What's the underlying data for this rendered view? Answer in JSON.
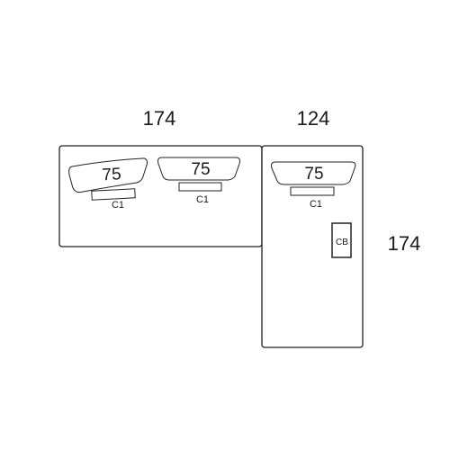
{
  "dimensions": {
    "left_width": "174",
    "right_width": "124",
    "right_depth": "174"
  },
  "modules": [
    {
      "seat_label": "75",
      "cushion_label": "C1"
    },
    {
      "seat_label": "75",
      "cushion_label": "C1"
    },
    {
      "seat_label": "75",
      "cushion_label": "C1"
    }
  ],
  "cb_label": "CB"
}
